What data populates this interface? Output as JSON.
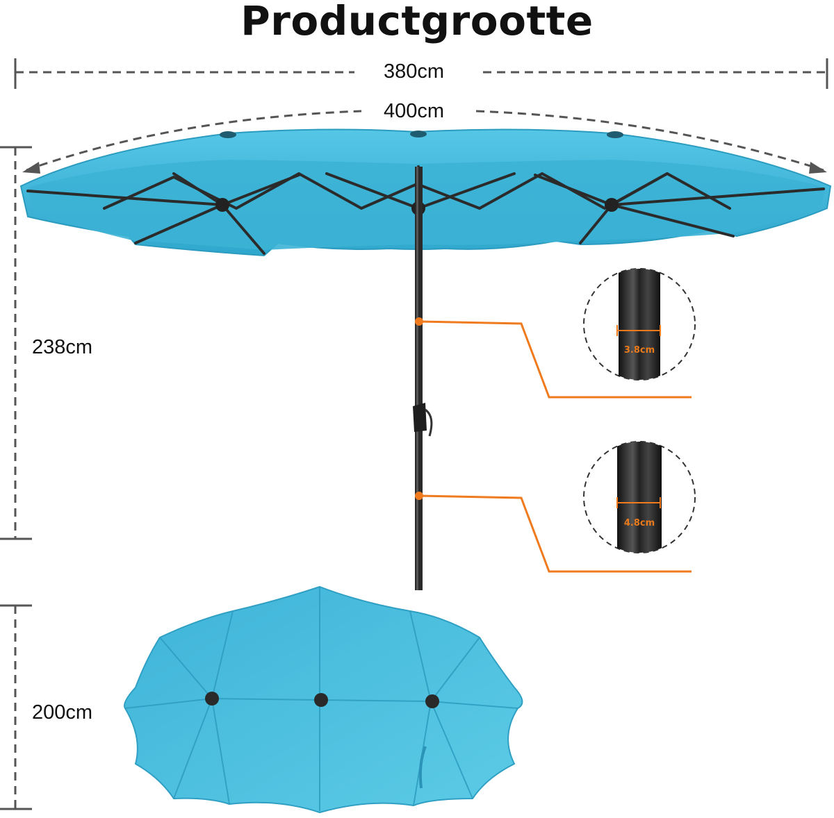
{
  "title": "Productgrootte",
  "dimensions": {
    "width_straight": "380cm",
    "width_arc": "400cm",
    "height": "238cm",
    "depth": "200cm"
  },
  "callouts": {
    "upper_pole_diameter": "3.8cm",
    "lower_pole_diameter": "4.8cm"
  },
  "colors": {
    "canopy": "#3fb8da",
    "canopy_shade": "#2ea6c9",
    "pole": "#2a2a2a",
    "accent": "#f07a1e",
    "dimension_line": "#555555"
  },
  "icons": [
    "umbrella-open-illustration",
    "umbrella-top-view-illustration",
    "pole-detail-icon"
  ]
}
